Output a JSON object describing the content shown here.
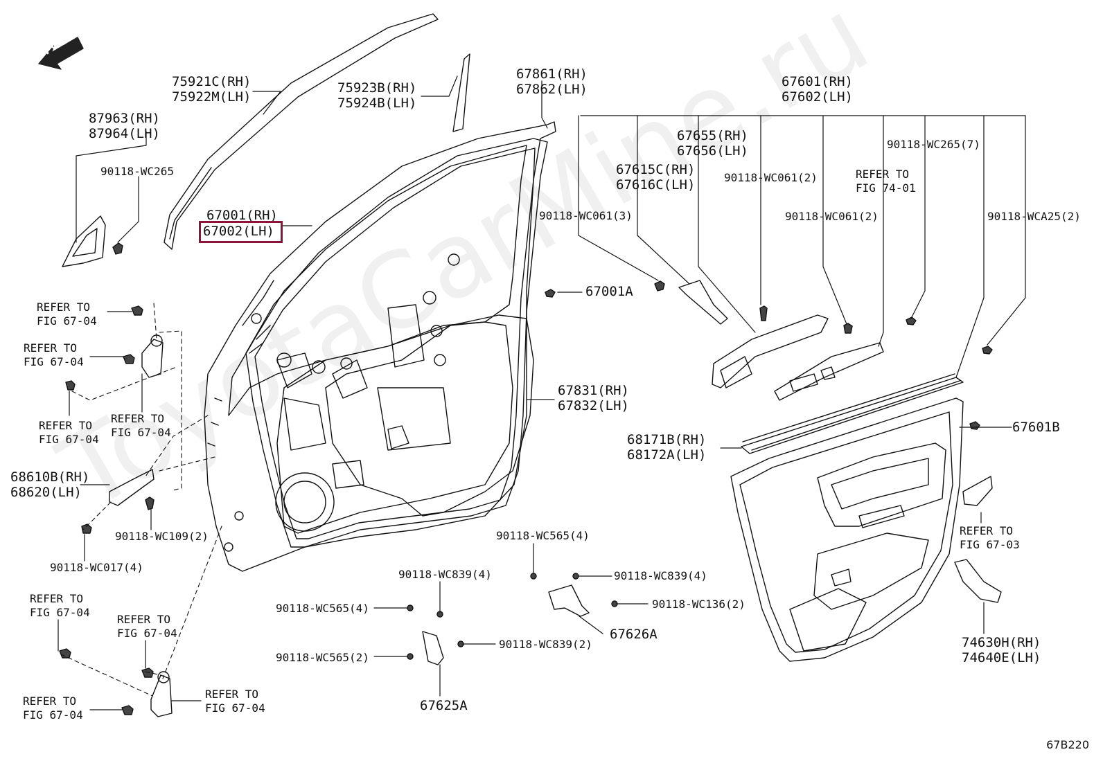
{
  "watermark": "ToyotaCarMine.ru",
  "diagram_code": "67B220",
  "fwd_label": "FWD",
  "highlight_color": "#8a1538",
  "labels": {
    "p75921": "75921C(RH)\n75922M(LH)",
    "p75923": "75923B(RH)\n75924B(LH)",
    "p67861": "67861(RH)\n67862(LH)",
    "p67601": "67601(RH)\n67602(LH)",
    "p87963": "87963(RH)\n87964(LH)",
    "p90118_wc265": "90118-WC265",
    "p67001_rh": "67001(RH)",
    "p67002_lh": "67002(LH)",
    "p67655": "67655(RH)\n67656(LH)",
    "p67615": "67615C(RH)\n67616C(LH)",
    "p90118_wc061_2a": "90118-WC061(2)",
    "p90118_wc265_7": "90118-WC265(7)",
    "ref_74_01": "REFER TO\nFIG 74-01",
    "p90118_wc061_3": "90118-WC061(3)",
    "p90118_wc061_2b": "90118-WC061(2)",
    "p90118_wca25": "90118-WCA25(2)",
    "p67001a": "67001A",
    "ref_a": "REFER TO\nFIG 67-04",
    "ref_b": "REFER TO\nFIG 67-04",
    "ref_c": "REFER TO\nFIG 67-04",
    "ref_d": "REFER TO\nFIG 67-04",
    "p67831": "67831(RH)\n67832(LH)",
    "p67601b": "67601B",
    "p68171": "68171B(RH)\n68172A(LH)",
    "p68610": "68610B(RH)\n68620(LH)",
    "p90118_wc109": "90118-WC109(2)",
    "p90118_wc017": "90118-WC017(4)",
    "ref_67_03": "REFER TO\nFIG 67-03",
    "p90118_wc565_4a": "90118-WC565(4)",
    "p90118_wc839_4a": "90118-WC839(4)",
    "p90118_wc839_4b": "90118-WC839(4)",
    "ref_e": "REFER TO\nFIG 67-04",
    "ref_f": "REFER TO\nFIG 67-04",
    "p90118_wc565_4b": "90118-WC565(4)",
    "p90118_wc136": "90118-WC136(2)",
    "p67626a": "67626A",
    "p90118_wc565_2": "90118-WC565(2)",
    "p90118_wc839_2": "90118-WC839(2)",
    "p74630": "74630H(RH)\n74640E(LH)",
    "ref_g": "REFER TO\nFIG 67-04",
    "ref_h": "REFER TO\nFIG 67-04",
    "p67625a": "67625A"
  }
}
